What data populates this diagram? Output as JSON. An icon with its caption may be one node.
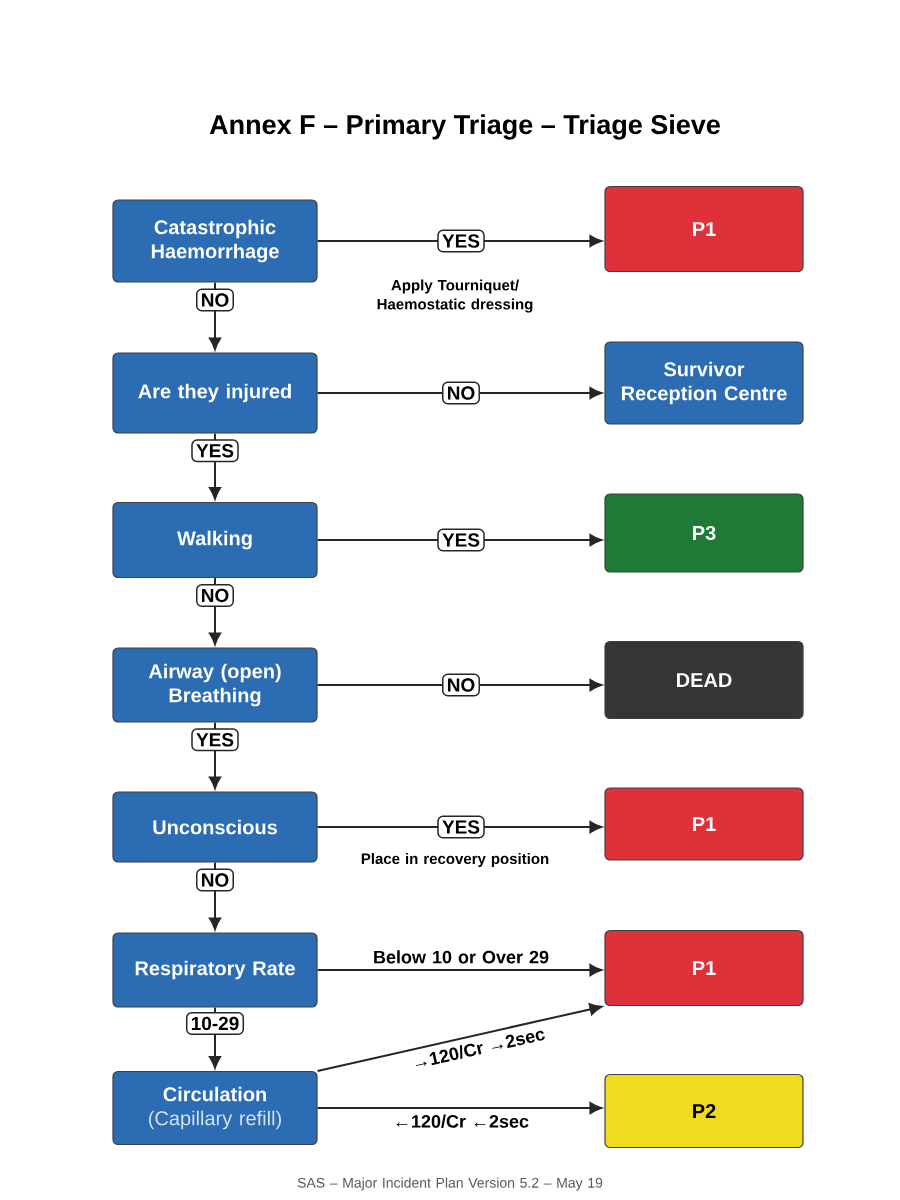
{
  "diagram": {
    "title": "Annex F – Primary Triage – Triage Sieve",
    "nodes": [
      {
        "text": [
          "Catastrophic Haemorrhage"
        ]
      },
      {
        "text": [
          "P1"
        ]
      },
      {
        "text": [
          "Are they injured"
        ]
      },
      {
        "text": [
          "Survivor Reception Centre"
        ]
      },
      {
        "text": [
          "Walking"
        ]
      },
      {
        "text": [
          "P3"
        ]
      },
      {
        "text": [
          "Airway (open) Breathing"
        ]
      },
      {
        "text": [
          "DEAD"
        ]
      },
      {
        "text": [
          "Unconscious"
        ]
      },
      {
        "text": [
          "P1"
        ]
      },
      {
        "text": [
          "Respiratory Rate"
        ]
      },
      {
        "text": [
          "P1"
        ]
      },
      {
        "text": [
          "Circulation",
          "(Capillary refill)"
        ]
      },
      {
        "text": [
          "P2"
        ]
      }
    ],
    "edges": [
      {
        "from": 0,
        "to": 1,
        "arrow": "to",
        "label": "YES"
      },
      {
        "from": 0,
        "to": 2,
        "arrow": "to",
        "label": "NO"
      },
      {
        "from": 2,
        "to": 3,
        "arrow": "to",
        "label": "NO"
      },
      {
        "from": 2,
        "to": 4,
        "arrow": "to",
        "label": "YES"
      },
      {
        "from": 4,
        "to": 5,
        "arrow": "to",
        "label": "YES"
      },
      {
        "from": 4,
        "to": 6,
        "arrow": "to",
        "label": "NO"
      },
      {
        "from": 6,
        "to": 7,
        "arrow": "to",
        "label": "NO"
      },
      {
        "from": 6,
        "to": 8,
        "arrow": "to",
        "label": "YES"
      },
      {
        "from": 8,
        "to": 9,
        "arrow": "to",
        "label": "YES"
      },
      {
        "from": 8,
        "to": 10,
        "arrow": "to",
        "label": "NO"
      },
      {
        "from": 10,
        "to": 11,
        "arrow": "to",
        "label": "Below 10 or Over 29"
      },
      {
        "from": 10,
        "to": 12,
        "arrow": "to",
        "label": "10-29"
      },
      {
        "from": 12,
        "to": 11,
        "arrow": "to",
        "label": "→120/Cr →2sec"
      },
      {
        "from": 12,
        "to": 13,
        "arrow": "to",
        "label": "←120/Cr ←2sec"
      }
    ],
    "labels": [
      "Apply Tourniquet/ Haemostatic dressing",
      "Place in recovery position",
      "SAS – Major Incident Plan Version 5.2 – May 19"
    ]
  }
}
